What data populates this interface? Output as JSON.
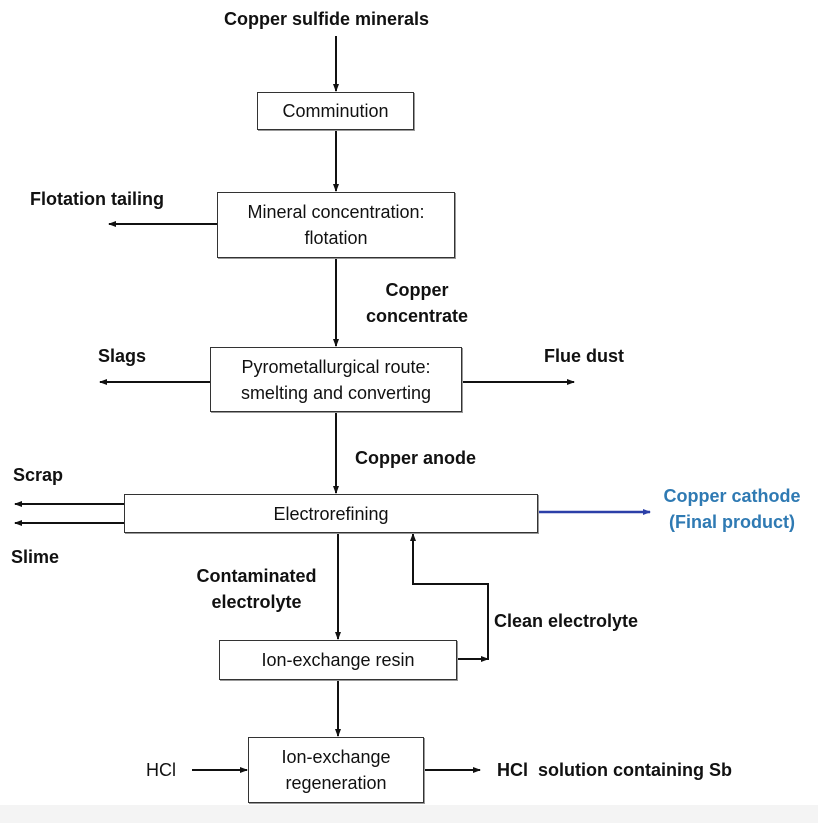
{
  "diagram": {
    "title": "Copper production flowsheet with ion-exchange electrolyte purification",
    "colors": {
      "line": "#111111",
      "product_arrow": "#2b3fa8",
      "product_text": "#2f7ab3"
    },
    "input": "Copper sulfide minerals",
    "processes": {
      "comminution": "Comminution",
      "flotation_line1": "Mineral concentration:",
      "flotation_line2": "flotation",
      "pyro_line1": "Pyrometallurgical route:",
      "pyro_line2": "smelting and converting",
      "electrorefining": "Electrorefining",
      "ix_resin": "Ion-exchange resin",
      "ix_regen_line1": "Ion-exchange",
      "ix_regen_line2": "regeneration"
    },
    "streams": {
      "flotation_tailing": "Flotation tailing",
      "copper_concentrate_line1": "Copper",
      "copper_concentrate_line2": "concentrate",
      "slags": "Slags",
      "flue_dust": "Flue dust",
      "copper_anode": "Copper anode",
      "scrap": "Scrap",
      "slime": "Slime",
      "copper_cathode_line1": "Copper cathode",
      "copper_cathode_line2": "(Final product)",
      "contaminated_line1": "Contaminated",
      "contaminated_line2": "electrolyte",
      "clean_electrolyte": "Clean electrolyte",
      "hcl": "HCl",
      "hcl_solution": "HCl  solution containing Sb"
    },
    "edges": [
      {
        "from": "Copper sulfide minerals",
        "to": "Comminution"
      },
      {
        "from": "Comminution",
        "to": "Mineral concentration: flotation"
      },
      {
        "from": "Mineral concentration: flotation",
        "to": "Flotation tailing"
      },
      {
        "from": "Mineral concentration: flotation",
        "to": "Pyrometallurgical route: smelting and converting",
        "label": "Copper concentrate"
      },
      {
        "from": "Pyrometallurgical route: smelting and converting",
        "to": "Slags"
      },
      {
        "from": "Pyrometallurgical route: smelting and converting",
        "to": "Flue dust"
      },
      {
        "from": "Pyrometallurgical route: smelting and converting",
        "to": "Electrorefining",
        "label": "Copper anode"
      },
      {
        "from": "Electrorefining",
        "to": "Scrap"
      },
      {
        "from": "Electrorefining",
        "to": "Slime"
      },
      {
        "from": "Electrorefining",
        "to": "Copper cathode (Final product)"
      },
      {
        "from": "Electrorefining",
        "to": "Ion-exchange resin",
        "label": "Contaminated electrolyte"
      },
      {
        "from": "Ion-exchange resin",
        "to": "Electrorefining",
        "label": "Clean electrolyte"
      },
      {
        "from": "Ion-exchange resin",
        "to": "Ion-exchange regeneration"
      },
      {
        "from": "HCl",
        "to": "Ion-exchange regeneration"
      },
      {
        "from": "Ion-exchange regeneration",
        "to": "HCl solution containing Sb"
      }
    ]
  }
}
